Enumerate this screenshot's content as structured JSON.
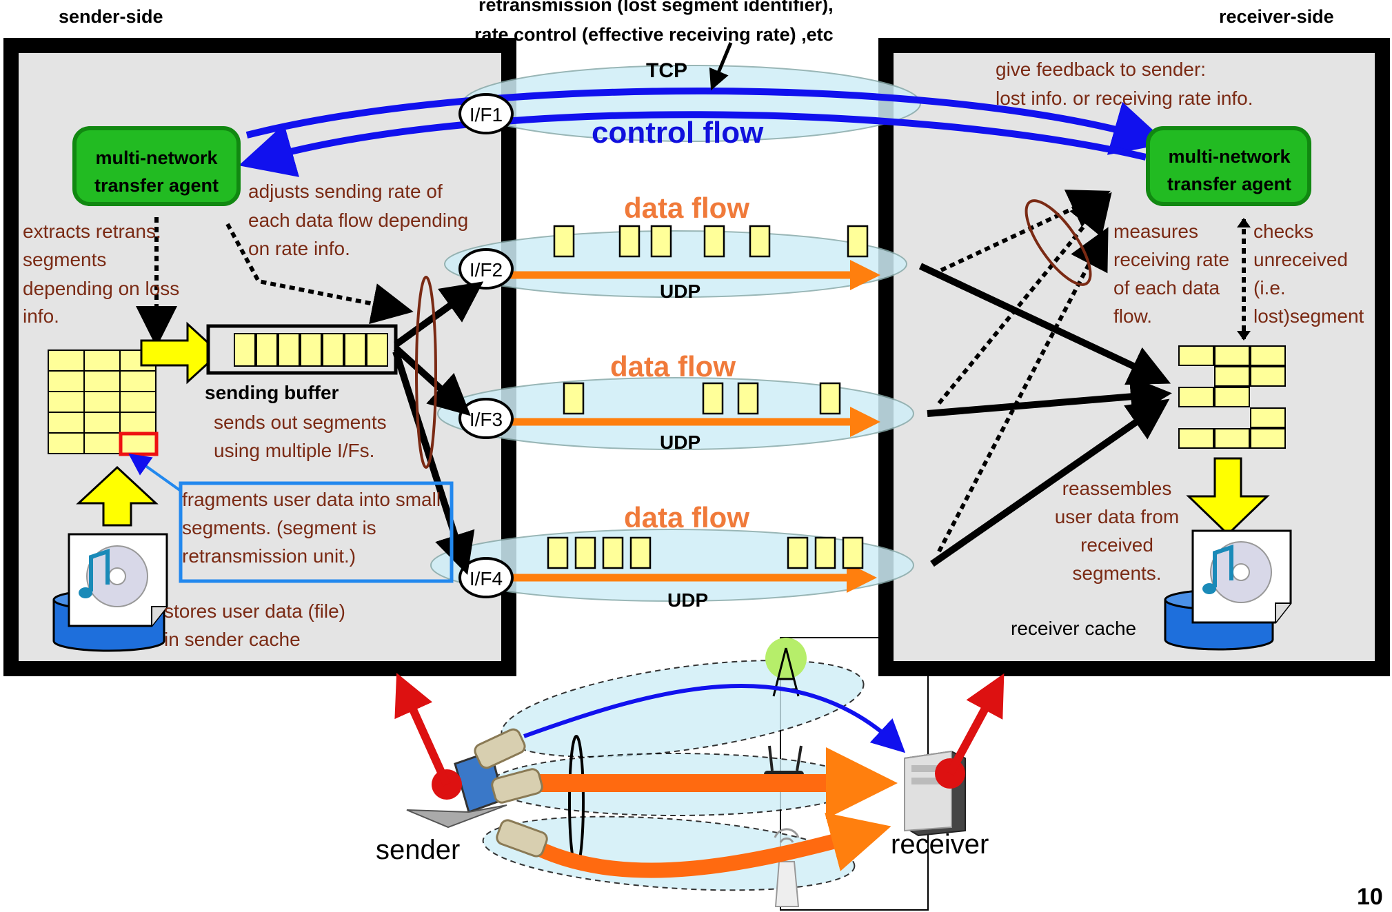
{
  "headers": {
    "sender_side": "sender-side",
    "receiver_side": "receiver-side",
    "top_line1": "retransmission (lost segment identifier),",
    "top_line2": "rate control (effective receiving rate) ,etc",
    "page_number": "10"
  },
  "sender": {
    "agent_line1": "multi-network",
    "agent_line2": "transfer agent",
    "extracts": [
      "extracts retrans.",
      "segments",
      "depending on loss",
      "info."
    ],
    "adjusts": [
      "adjusts sending rate of",
      "each data flow depending",
      "on rate info."
    ],
    "sending_buffer": "sending buffer",
    "sends_out": [
      "sends out segments",
      "using multiple I/Fs."
    ],
    "fragments": [
      "fragments user data into small",
      "segments. (segment is",
      "retransmission unit.)"
    ],
    "stores": [
      "stores user data (file)",
      "in sender cache"
    ]
  },
  "receiver": {
    "agent_line1": "multi-network",
    "agent_line2": "transfer agent",
    "feedback": [
      "give feedback to sender:",
      "lost info. or receiving rate info."
    ],
    "measures": [
      "measures",
      "receiving rate",
      "of each data",
      "flow."
    ],
    "checks": [
      "checks",
      "unreceived",
      "(i.e.",
      "lost)segment"
    ],
    "reassembles": [
      "reassembles",
      "user data from",
      "received",
      "segments."
    ],
    "cache": "receiver cache"
  },
  "flows": {
    "tcp": "TCP",
    "control_flow": "control flow",
    "data_flow": "data flow",
    "udp": "UDP",
    "if1": "I/F1",
    "if2": "I/F2",
    "if3": "I/F3",
    "if4": "I/F4"
  },
  "bottom": {
    "sender": "sender",
    "receiver": "receiver"
  },
  "colors": {
    "control_blue": "#1111ee",
    "data_orange": "#ff7f0e",
    "label_brown": "#7a2a14",
    "agent_green": "#22bb22",
    "segment_yellow": "#ffff99",
    "arrow_red": "#dd1111",
    "panel_gray": "#e4e4e4"
  }
}
